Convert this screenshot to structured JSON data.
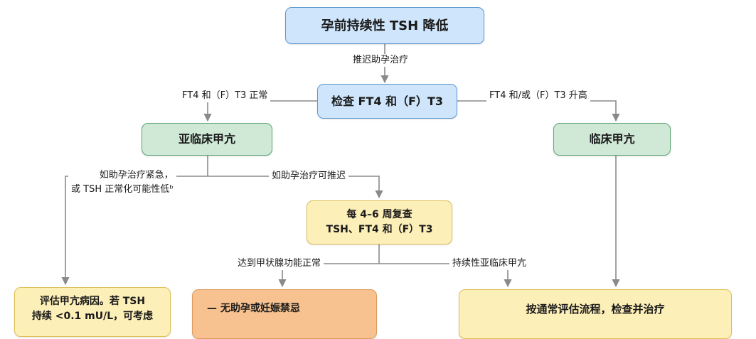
{
  "nodes": {
    "top": "孕前持续性 TSH 降低",
    "check": "检查 FT4 和（F）T3",
    "subclinical": "亚临床甲亢",
    "clinical": "临床甲亢",
    "recheck_line1": "每 4–6 周复查",
    "recheck_line2": "TSH、FT4 和（F）T3",
    "evaluate_line1": "评估甲亢病因。若 TSH",
    "evaluate_line2": "持续 <0.1 mU/L，可考虑",
    "no_contra": "— 无助孕或妊娠禁忌",
    "usual_eval": "按通常评估流程，检查并治疗"
  },
  "edges": {
    "delay": "推迟助孕治疗",
    "normal": "FT4 和（F）T3 正常",
    "elevated": "FT4 和/或（F）T3 升高",
    "urgent_line1": "如助孕治疗紧急，",
    "urgent_line2": "或 TSH 正常化可能性低ᵇ",
    "can_delay": "如助孕治疗可推迟",
    "euthyroid": "达到甲状腺功能正常",
    "persistent": "持续性亚临床甲亢"
  },
  "colors": {
    "blue": "#cfe5fb",
    "green": "#cfe9d6",
    "yellow": "#fdefb8",
    "orange": "#f7c290",
    "line": "#8a8a8a"
  }
}
